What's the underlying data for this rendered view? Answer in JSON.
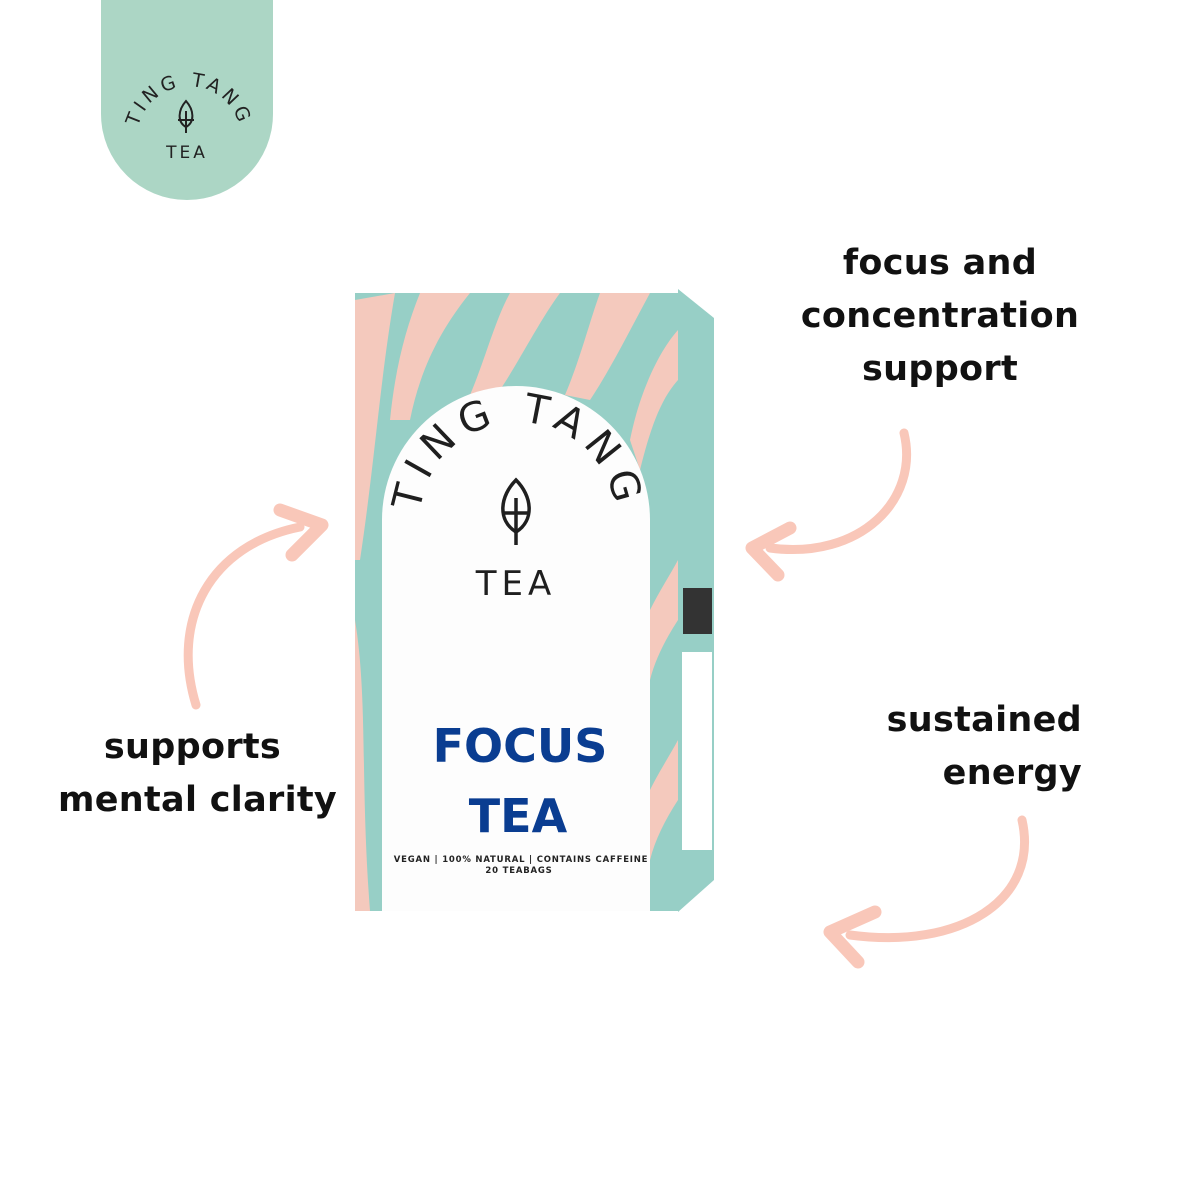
{
  "brand": {
    "logo_arc_text": "TING TANG",
    "logo_bottom_text": "TEA",
    "badge_color": "#acd6c5"
  },
  "product": {
    "name_line1": "FOCUS",
    "name_line2": "TEA",
    "attributes": "VEGAN | 100% NATURAL | CONTAINS CAFFEINE",
    "count": "20 TEABAGS",
    "box_teal": "#97cfc6",
    "box_pink": "#f4c9bd",
    "title_color": "#0a3d91"
  },
  "callouts": [
    {
      "lines": [
        "focus and",
        "concentration",
        "support"
      ]
    },
    {
      "lines": [
        "supports",
        "mental clarity"
      ]
    },
    {
      "lines": [
        "sustained",
        "energy"
      ]
    }
  ],
  "arrow_color": "#f9c7b9",
  "icons": [
    "leaf-icon",
    "curved-arrow-icon"
  ]
}
